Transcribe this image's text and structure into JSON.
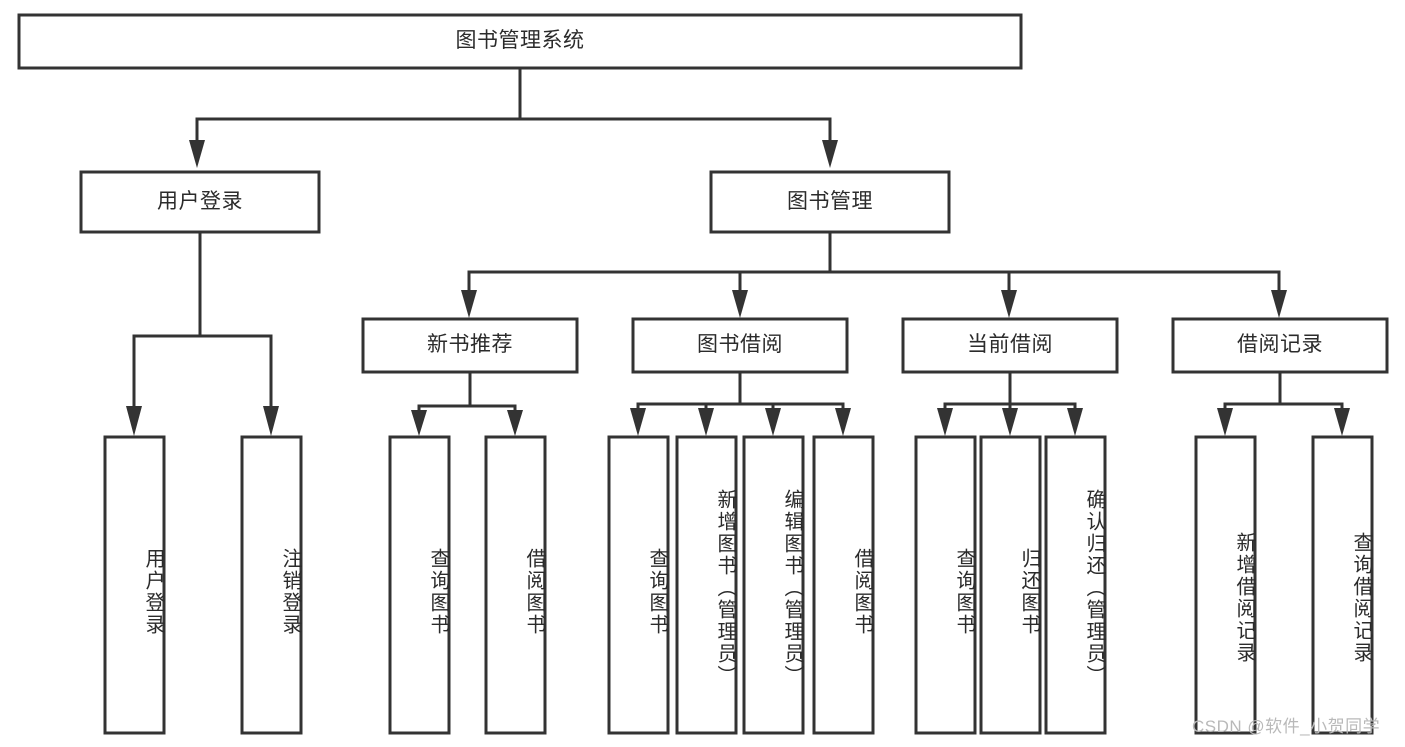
{
  "diagram": {
    "type": "tree",
    "title": "图书管理系统",
    "root": {
      "label": "图书管理系统"
    },
    "level2": [
      {
        "label": "用户登录"
      },
      {
        "label": "图书管理"
      }
    ],
    "level3": [
      {
        "label": "新书推荐"
      },
      {
        "label": "图书借阅"
      },
      {
        "label": "当前借阅"
      },
      {
        "label": "借阅记录"
      }
    ],
    "leaves": {
      "user_login": [
        {
          "label": "用户登录"
        },
        {
          "label": "注销登录"
        }
      ],
      "new_book_recommend": [
        {
          "label": "查询图书"
        },
        {
          "label": "借阅图书"
        }
      ],
      "book_borrow": [
        {
          "label": "查询图书"
        },
        {
          "label": "新增图书（管理员）"
        },
        {
          "label": "编辑图书（管理员）"
        },
        {
          "label": "借阅图书"
        }
      ],
      "current_borrow": [
        {
          "label": "查询图书"
        },
        {
          "label": "归还图书"
        },
        {
          "label": "确认归还（管理员）"
        }
      ],
      "borrow_record": [
        {
          "label": "新增借阅记录"
        },
        {
          "label": "查询借阅记录"
        }
      ]
    }
  },
  "watermark": {
    "text": "CSDN @软件_小贺同学"
  },
  "colors": {
    "box_stroke": "#333333",
    "box_fill": "#ffffff",
    "text": "#2b2b2b",
    "watermark": "#b9b9b9"
  }
}
